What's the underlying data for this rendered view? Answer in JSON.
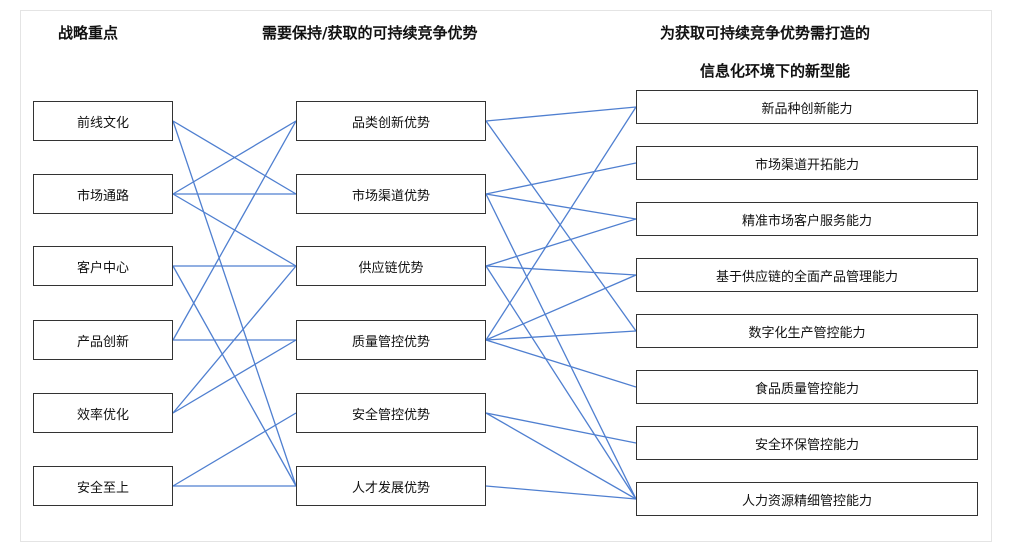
{
  "headers": {
    "left": "战略重点",
    "middle": "需要保持/获取的可持续竞争优势",
    "right_line1": "为获取可持续竞争优势需打造的",
    "right_line2": "信息化环境下的新型能"
  },
  "left": [
    "前线文化",
    "市场通路",
    "客户中心",
    "产品创新",
    "效率优化",
    "安全至上"
  ],
  "middle": [
    "品类创新优势",
    "市场渠道优势",
    "供应链优势",
    "质量管控优势",
    "安全管控优势",
    "人才发展优势"
  ],
  "right": [
    "新品种创新能力",
    "市场渠道开拓能力",
    "精准市场客户服务能力",
    "基于供应链的全面产品管理能力",
    "数字化生产管控能力",
    "食品质量管控能力",
    "安全环保管控能力",
    "人力资源精细管控能力"
  ],
  "left_to_middle": [
    [
      0,
      1
    ],
    [
      0,
      5
    ],
    [
      1,
      0
    ],
    [
      1,
      1
    ],
    [
      1,
      2
    ],
    [
      2,
      2
    ],
    [
      2,
      5
    ],
    [
      3,
      0
    ],
    [
      3,
      3
    ],
    [
      4,
      2
    ],
    [
      4,
      3
    ],
    [
      5,
      4
    ],
    [
      5,
      5
    ]
  ],
  "middle_to_right": [
    [
      0,
      0
    ],
    [
      0,
      4
    ],
    [
      1,
      1
    ],
    [
      1,
      2
    ],
    [
      1,
      7
    ],
    [
      2,
      2
    ],
    [
      2,
      3
    ],
    [
      2,
      7
    ],
    [
      3,
      0
    ],
    [
      3,
      3
    ],
    [
      3,
      4
    ],
    [
      3,
      5
    ],
    [
      4,
      6
    ],
    [
      4,
      7
    ],
    [
      5,
      7
    ]
  ],
  "colors": {
    "line": "#4f7fd0",
    "box_border": "#333333"
  }
}
